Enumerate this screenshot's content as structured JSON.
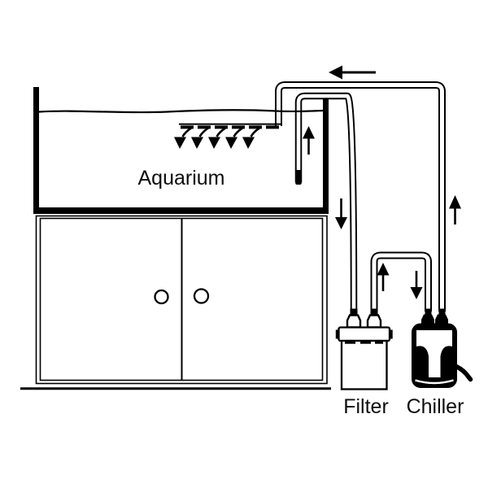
{
  "diagram": {
    "labels": {
      "aquarium": "Aquarium",
      "filter": "Filter",
      "chiller": "Chiller"
    },
    "colors": {
      "line": "#000000",
      "background": "#ffffff",
      "device_body": "#000000"
    },
    "flow_arrows": [
      {
        "name": "return-line-arrow",
        "direction": "left"
      },
      {
        "name": "intake-riser-arrow",
        "direction": "up"
      },
      {
        "name": "drain-line-arrow",
        "direction": "down"
      },
      {
        "name": "filter-outlet-arrow",
        "direction": "up"
      },
      {
        "name": "chiller-inlet-arrow",
        "direction": "down"
      },
      {
        "name": "chiller-return-arrow",
        "direction": "up"
      }
    ],
    "spray_arrow_count": 5
  }
}
